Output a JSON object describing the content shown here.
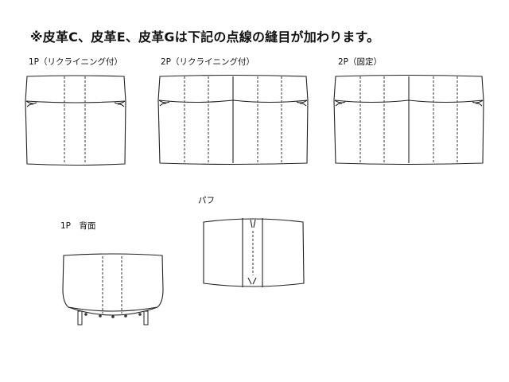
{
  "note": "※皮革C、皮革E、皮革Gは下記の点線の縫目が加わります。",
  "labels": {
    "one_p_reclining": "1P（リクライニング付）",
    "two_p_reclining": "2P（リクライニング付）",
    "two_p_fixed": "2P（固定）",
    "one_p_back": "1P　背面",
    "puff": "パフ"
  }
}
